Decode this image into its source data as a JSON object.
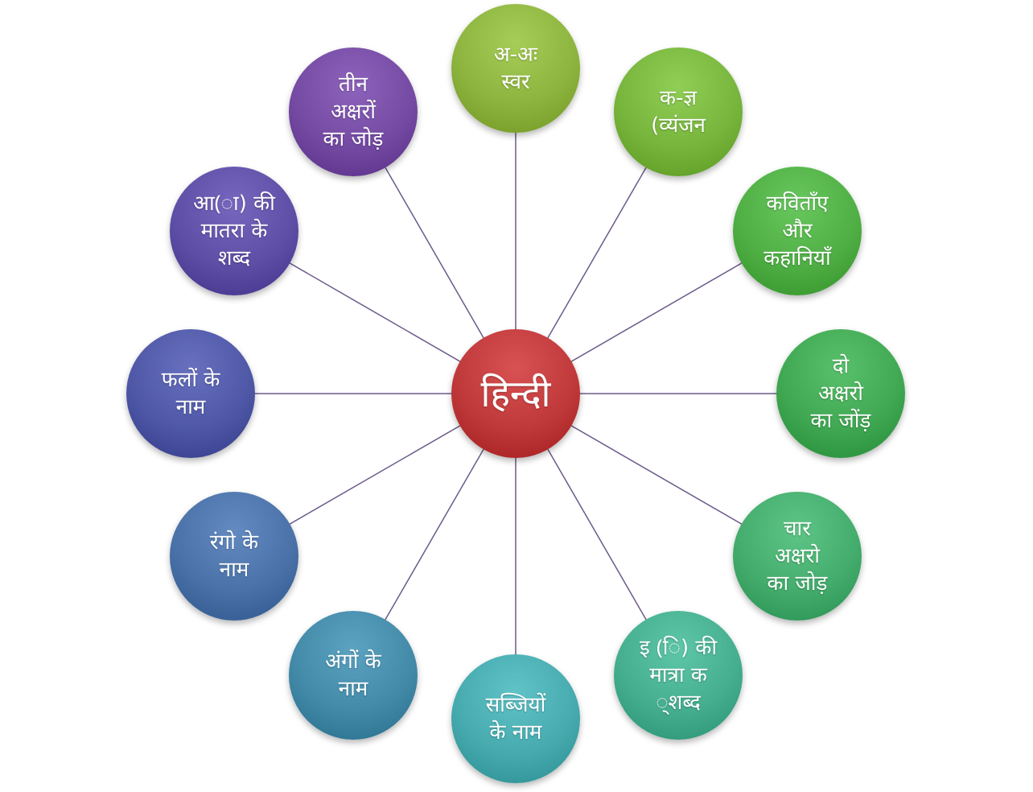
{
  "hub": {
    "label": "हिन्दी",
    "color": "#c0393a"
  },
  "nodes": [
    {
      "key": "swar",
      "label": "अ-अः\nस्वर",
      "color": "#8db43e"
    },
    {
      "key": "vyanjan",
      "label": "क-ज्ञ\n(व्यंजन",
      "color": "#77b53d"
    },
    {
      "key": "kavitaen",
      "label": "कविताँए\nऔर\nकहानियाँ",
      "color": "#4faf45"
    },
    {
      "key": "do-akshar",
      "label": "दो\nअक्षरो\nका जोंड़",
      "color": "#40a852"
    },
    {
      "key": "char-akshar",
      "label": "चार\nअक्षरो\nका जोड़",
      "color": "#44ac6c"
    },
    {
      "key": "i-matra",
      "label": "इ (ि) की\nमात्रा क\n्शब्द",
      "color": "#45ae8e"
    },
    {
      "key": "sabjiyan",
      "label": "सब्जियों\nके नाम",
      "color": "#46aaae"
    },
    {
      "key": "angon",
      "label": "अंगों के\nनाम",
      "color": "#428aa8"
    },
    {
      "key": "rango",
      "label": "रंगो के\nनाम",
      "color": "#4a72a8"
    },
    {
      "key": "phalon",
      "label": "फलों के\nनाम",
      "color": "#4f58a6"
    },
    {
      "key": "aa-matra",
      "label": "आ(ा) की\nमातरा के\nशब्द",
      "color": "#5e4ea6"
    },
    {
      "key": "teen-akshar",
      "label": "तीन\nअक्षरों\nका जोड़",
      "color": "#744aa3"
    }
  ],
  "line_color": "#6b5a8a"
}
